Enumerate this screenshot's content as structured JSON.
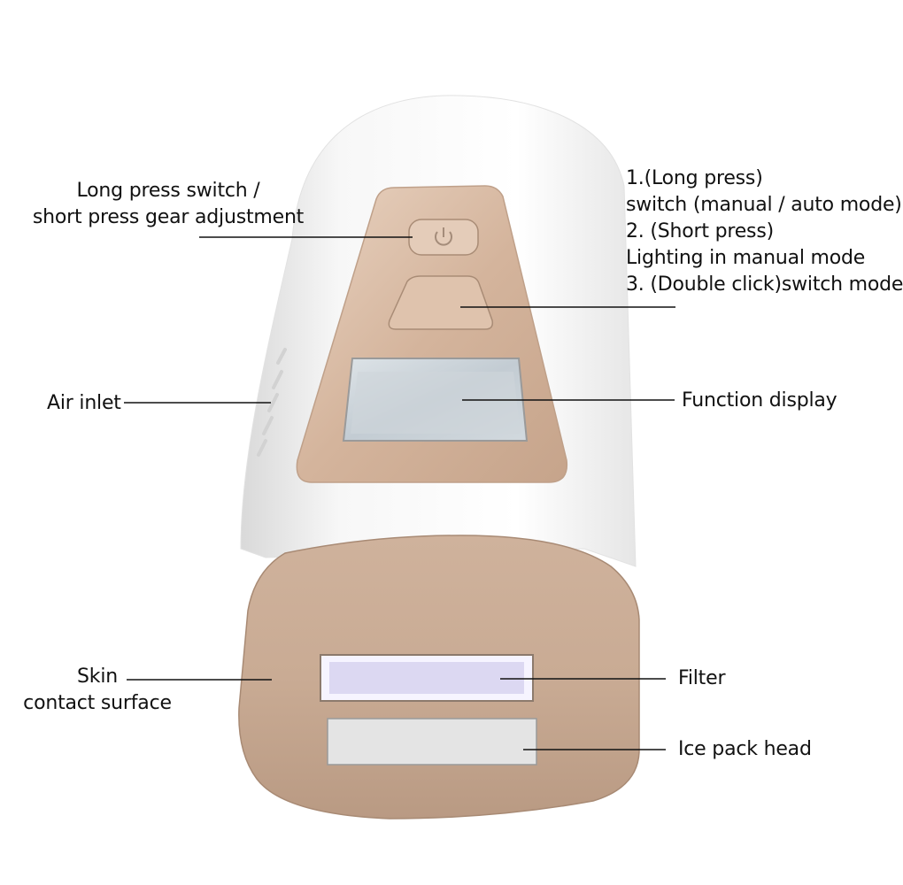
{
  "labels": {
    "power_button": {
      "lines": [
        "Long press switch /",
        "short press gear adjustment"
      ]
    },
    "mode_button": {
      "lines": [
        "1.(Long press)",
        "switch (manual / auto mode)",
        "2. (Short press)",
        "Lighting in manual mode",
        "3. (Double click)switch mode"
      ]
    },
    "air_inlet": {
      "lines": [
        "Air inlet"
      ]
    },
    "function_display": {
      "lines": [
        "Function display"
      ]
    },
    "skin_contact": {
      "lines": [
        "Skin",
        "contact surface"
      ]
    },
    "filter": {
      "lines": [
        "Filter"
      ]
    },
    "ice_pack": {
      "lines": [
        "Ice pack head"
      ]
    }
  },
  "colors": {
    "body_white": "#f4f4f4",
    "gold": "#d9b8a0",
    "gold_dark": "#b89a82",
    "filter_lavender": "#dcd8f2",
    "display_glass": "#c9d2d8"
  }
}
